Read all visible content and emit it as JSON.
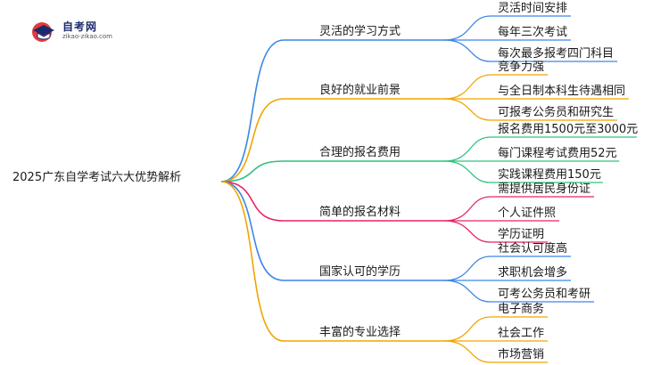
{
  "logo": {
    "title": "自考网",
    "url": "zikao-zikao.com"
  },
  "root": "2025广东自学考试六大优势解析",
  "branches": [
    {
      "label": "灵活的学习方式",
      "color": "#3a86e6",
      "leaves": [
        "灵活时间安排",
        "每年三次考试",
        "每次最多报考四门科目"
      ]
    },
    {
      "label": "良好的就业前景",
      "color": "#f0a500",
      "leaves": [
        "竞争力强",
        "与全日制本科生待遇相同",
        "可报考公务员和研究生"
      ]
    },
    {
      "label": "合理的报名费用",
      "color": "#2ec27e",
      "leaves": [
        "报名费用1500元至3000元",
        "每门课程考试费用52元",
        "实践课程费用150元"
      ]
    },
    {
      "label": "简单的报名材料",
      "color": "#e8226a",
      "leaves": [
        "需提供居民身份证",
        "个人证件照",
        "学历证明"
      ]
    },
    {
      "label": "国家认可的学历",
      "color": "#3a86e6",
      "leaves": [
        "社会认可度高",
        "求职机会增多",
        "可考公务员和考研"
      ]
    },
    {
      "label": "丰富的专业选择",
      "color": "#f0a500",
      "leaves": [
        "电子商务",
        "社会工作",
        "市场营销"
      ]
    }
  ]
}
